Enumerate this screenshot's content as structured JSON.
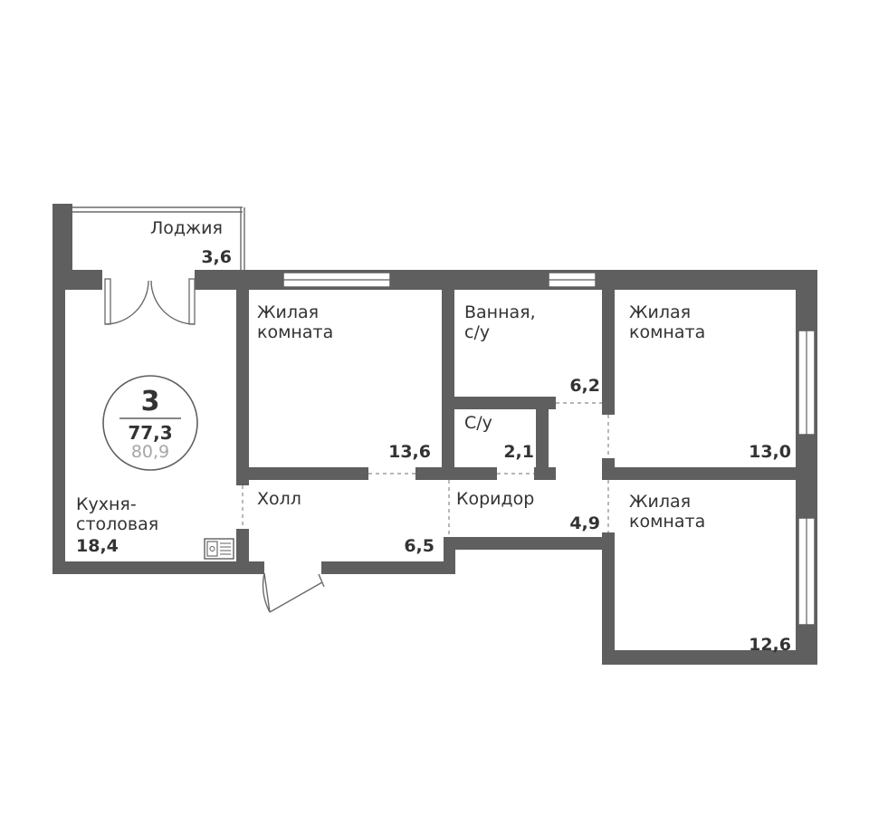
{
  "summary": {
    "rooms": "3",
    "living_area": "77,3",
    "total_area": "80,9"
  },
  "rooms": {
    "loggia": {
      "name": "Лоджия",
      "area": "3,6"
    },
    "kitchen": {
      "name_line1": "Кухня-",
      "name_line2": "столовая",
      "area": "18,4"
    },
    "living1": {
      "name_line1": "Жилая",
      "name_line2": "комната",
      "area": "13,6"
    },
    "bathroom": {
      "name_line1": "Ванная,",
      "name_line2": "с/у",
      "area": "6,2"
    },
    "wc": {
      "name": "С/у",
      "area": "2,1"
    },
    "living2": {
      "name_line1": "Жилая",
      "name_line2": "комната",
      "area": "13,0"
    },
    "hall": {
      "name": "Холл",
      "area": "6,5"
    },
    "corridor": {
      "name": "Коридор",
      "area": "4,9"
    },
    "living3": {
      "name_line1": "Жилая",
      "name_line2": "комната",
      "area": "12,6"
    }
  },
  "colors": {
    "wall": "#5f5f5f",
    "text": "#333333",
    "total_area": "#a6a6a6"
  },
  "icons": {
    "sink": "kitchen-sink-icon"
  }
}
